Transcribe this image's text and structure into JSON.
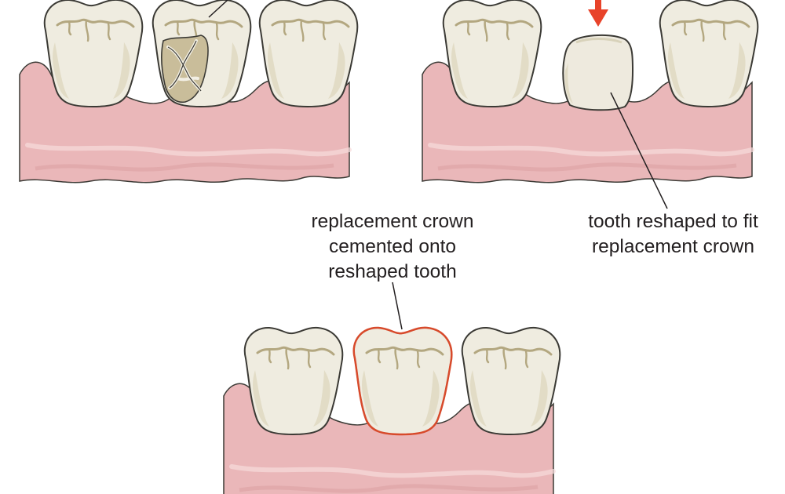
{
  "labels": {
    "crown_callout": [
      "replacement crown",
      "cemented onto",
      "reshaped tooth"
    ],
    "reshaped_callout": [
      "tooth reshaped to fit",
      "replacement crown"
    ]
  },
  "colors": {
    "gum": "#eab7b9",
    "gum_light": "#f6dcdc",
    "gum_shadow": "#dca1a4",
    "enamel": "#efece0",
    "enamel_shadow": "#d8d2ba",
    "fissure": "#b3a780",
    "outline": "#3b3a35",
    "crown_outline": "#d84a2b",
    "arrow": "#e8432a",
    "leader_line": "#231f20",
    "text": "#231f20"
  }
}
